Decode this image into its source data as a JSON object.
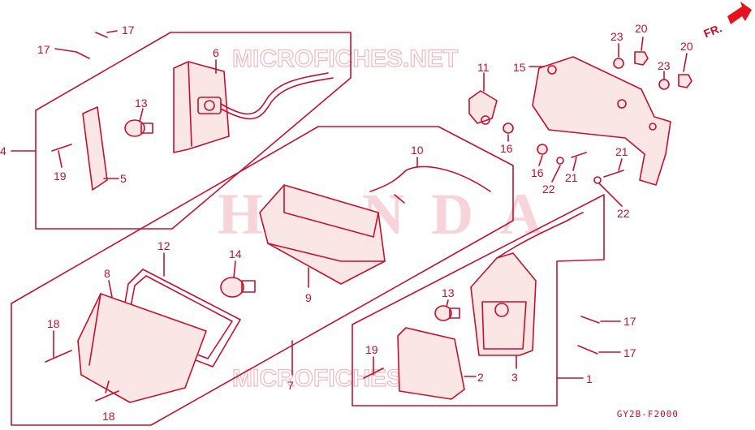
{
  "watermarks": {
    "top": "MICROFICHES.NET",
    "center": "HONDA",
    "bottom": "MICROFICHES.NET"
  },
  "direction": {
    "label": "FR.",
    "color": "#e8101e"
  },
  "diagram_code": "GY2B-F2000",
  "colors": {
    "line": "#c8102e",
    "watermark": "#f2b7bf"
  },
  "callouts": [
    {
      "id": "c17a",
      "text": "17"
    },
    {
      "id": "c17b",
      "text": "17"
    },
    {
      "id": "c6",
      "text": "6"
    },
    {
      "id": "c13a",
      "text": "13"
    },
    {
      "id": "c4",
      "text": "4"
    },
    {
      "id": "c19a",
      "text": "19"
    },
    {
      "id": "c5",
      "text": "5"
    },
    {
      "id": "c11",
      "text": "11"
    },
    {
      "id": "c15",
      "text": "15"
    },
    {
      "id": "c23a",
      "text": "23"
    },
    {
      "id": "c20a",
      "text": "20"
    },
    {
      "id": "c23b",
      "text": "23"
    },
    {
      "id": "c20b",
      "text": "20"
    },
    {
      "id": "c16a",
      "text": "16"
    },
    {
      "id": "c16b",
      "text": "16"
    },
    {
      "id": "c21a",
      "text": "21"
    },
    {
      "id": "c21b",
      "text": "21"
    },
    {
      "id": "c22a",
      "text": "22"
    },
    {
      "id": "c22b",
      "text": "22"
    },
    {
      "id": "c10",
      "text": "10"
    },
    {
      "id": "c12",
      "text": "12"
    },
    {
      "id": "c8",
      "text": "8"
    },
    {
      "id": "c14",
      "text": "14"
    },
    {
      "id": "c9",
      "text": "9"
    },
    {
      "id": "c18a",
      "text": "18"
    },
    {
      "id": "c18b",
      "text": "18"
    },
    {
      "id": "c7",
      "text": "7"
    },
    {
      "id": "c13b",
      "text": "13"
    },
    {
      "id": "c19b",
      "text": "19"
    },
    {
      "id": "c2",
      "text": "2"
    },
    {
      "id": "c3",
      "text": "3"
    },
    {
      "id": "c1",
      "text": "1"
    },
    {
      "id": "c17c",
      "text": "17"
    },
    {
      "id": "c17d",
      "text": "17"
    }
  ]
}
